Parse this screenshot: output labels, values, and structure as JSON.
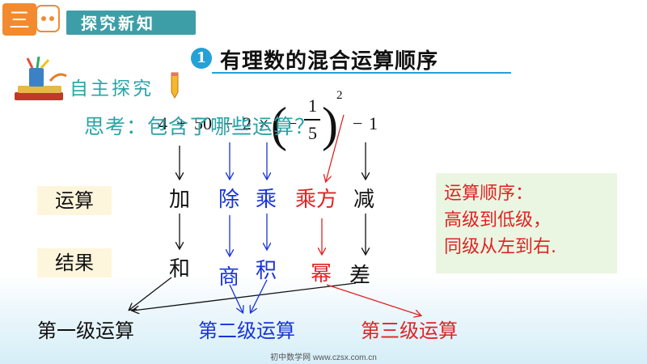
{
  "header": {
    "title": "探究新知",
    "icon_text": "三",
    "colors": {
      "bar": "#3d9ea7",
      "icon_bg": "#f28b2f"
    }
  },
  "section": {
    "number": "1",
    "title": "有理数的混合运算顺序",
    "accent": "#24a1d6"
  },
  "explore": {
    "label": "自主探究",
    "icon": "stationery-books-icon"
  },
  "expression": {
    "parts": [
      "4",
      "+",
      "50",
      "÷",
      "2",
      "×",
      "(",
      "−",
      "1",
      "5",
      ")",
      "2",
      "−",
      "1"
    ]
  },
  "question": "思考：包含了哪些运算？",
  "rows": {
    "operations_label": "运算",
    "results_label": "结果"
  },
  "operations": [
    {
      "op": "加",
      "result": "和",
      "color": "#111111"
    },
    {
      "op": "除",
      "result": "商",
      "color": "#1834d8"
    },
    {
      "op": "乘",
      "result": "积",
      "color": "#1834d8"
    },
    {
      "op": "乘方",
      "result": "幂",
      "color": "#e02323"
    },
    {
      "op": "减",
      "result": "差",
      "color": "#111111"
    }
  ],
  "order_note": {
    "lines": [
      "运算顺序：",
      "高级到低级，",
      "同级从左到右."
    ]
  },
  "levels": [
    {
      "label": "第一级运算",
      "color": "#111111"
    },
    {
      "label": "第二级运算",
      "color": "#1834d8"
    },
    {
      "label": "第三级运算",
      "color": "#e02323"
    }
  ],
  "footer": "初中数学网 www.czsx.com.cn"
}
